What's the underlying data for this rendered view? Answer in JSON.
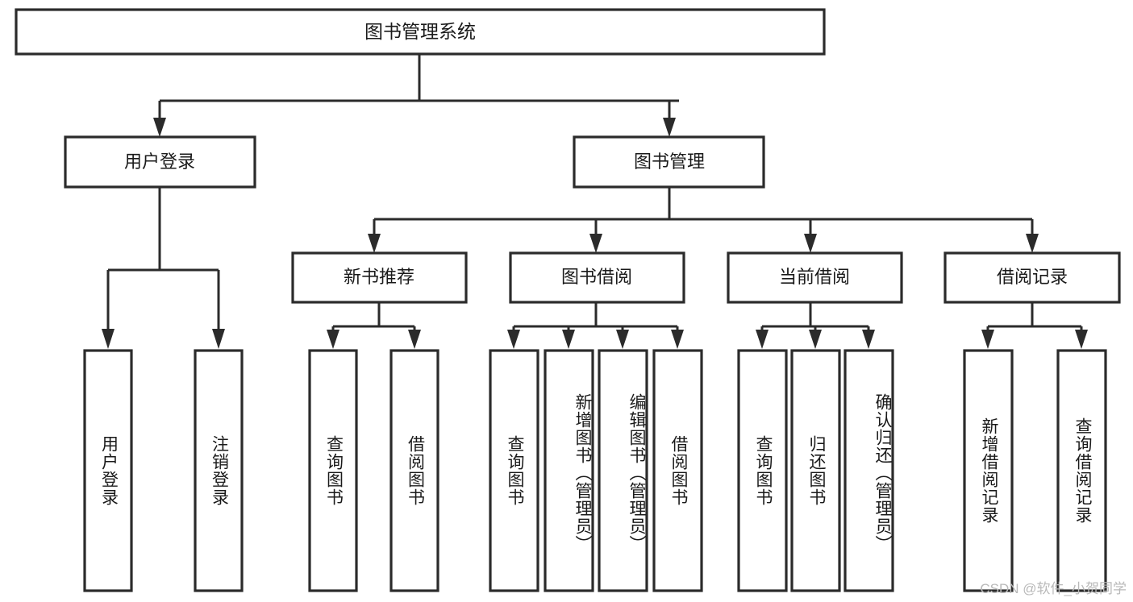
{
  "diagram": {
    "title": "图书管理系统",
    "type": "tree-hierarchy-chart",
    "watermark": "CSDN @软件_小贺同学",
    "colors": {
      "box_stroke": "#2b2b2b",
      "box_fill": "#ffffff",
      "connector": "#2b2b2b",
      "text": "#1a1a1a",
      "watermark": "#b9b9b9",
      "background": "#ffffff"
    },
    "levels": {
      "root": {
        "label": "图书管理系统"
      },
      "level2": [
        {
          "label": "用户登录"
        },
        {
          "label": "图书管理"
        }
      ],
      "level3": [
        {
          "label": "新书推荐"
        },
        {
          "label": "图书借阅"
        },
        {
          "label": "当前借阅"
        },
        {
          "label": "借阅记录"
        }
      ],
      "leaves": {
        "user_login": [
          {
            "label": "用户登录"
          },
          {
            "label": "注销登录"
          }
        ],
        "new_book": [
          {
            "label": "查询图书"
          },
          {
            "label": "借阅图书"
          }
        ],
        "book_borrow": [
          {
            "label": "查询图书"
          },
          {
            "label": "新增图书（管理员）"
          },
          {
            "label": "编辑图书（管理员）"
          },
          {
            "label": "借阅图书"
          }
        ],
        "current_borrow": [
          {
            "label": "查询图书"
          },
          {
            "label": "归还图书"
          },
          {
            "label": "确认归还（管理员）"
          }
        ],
        "borrow_record": [
          {
            "label": "新增借阅记录"
          },
          {
            "label": "查询借阅记录"
          }
        ]
      }
    }
  }
}
